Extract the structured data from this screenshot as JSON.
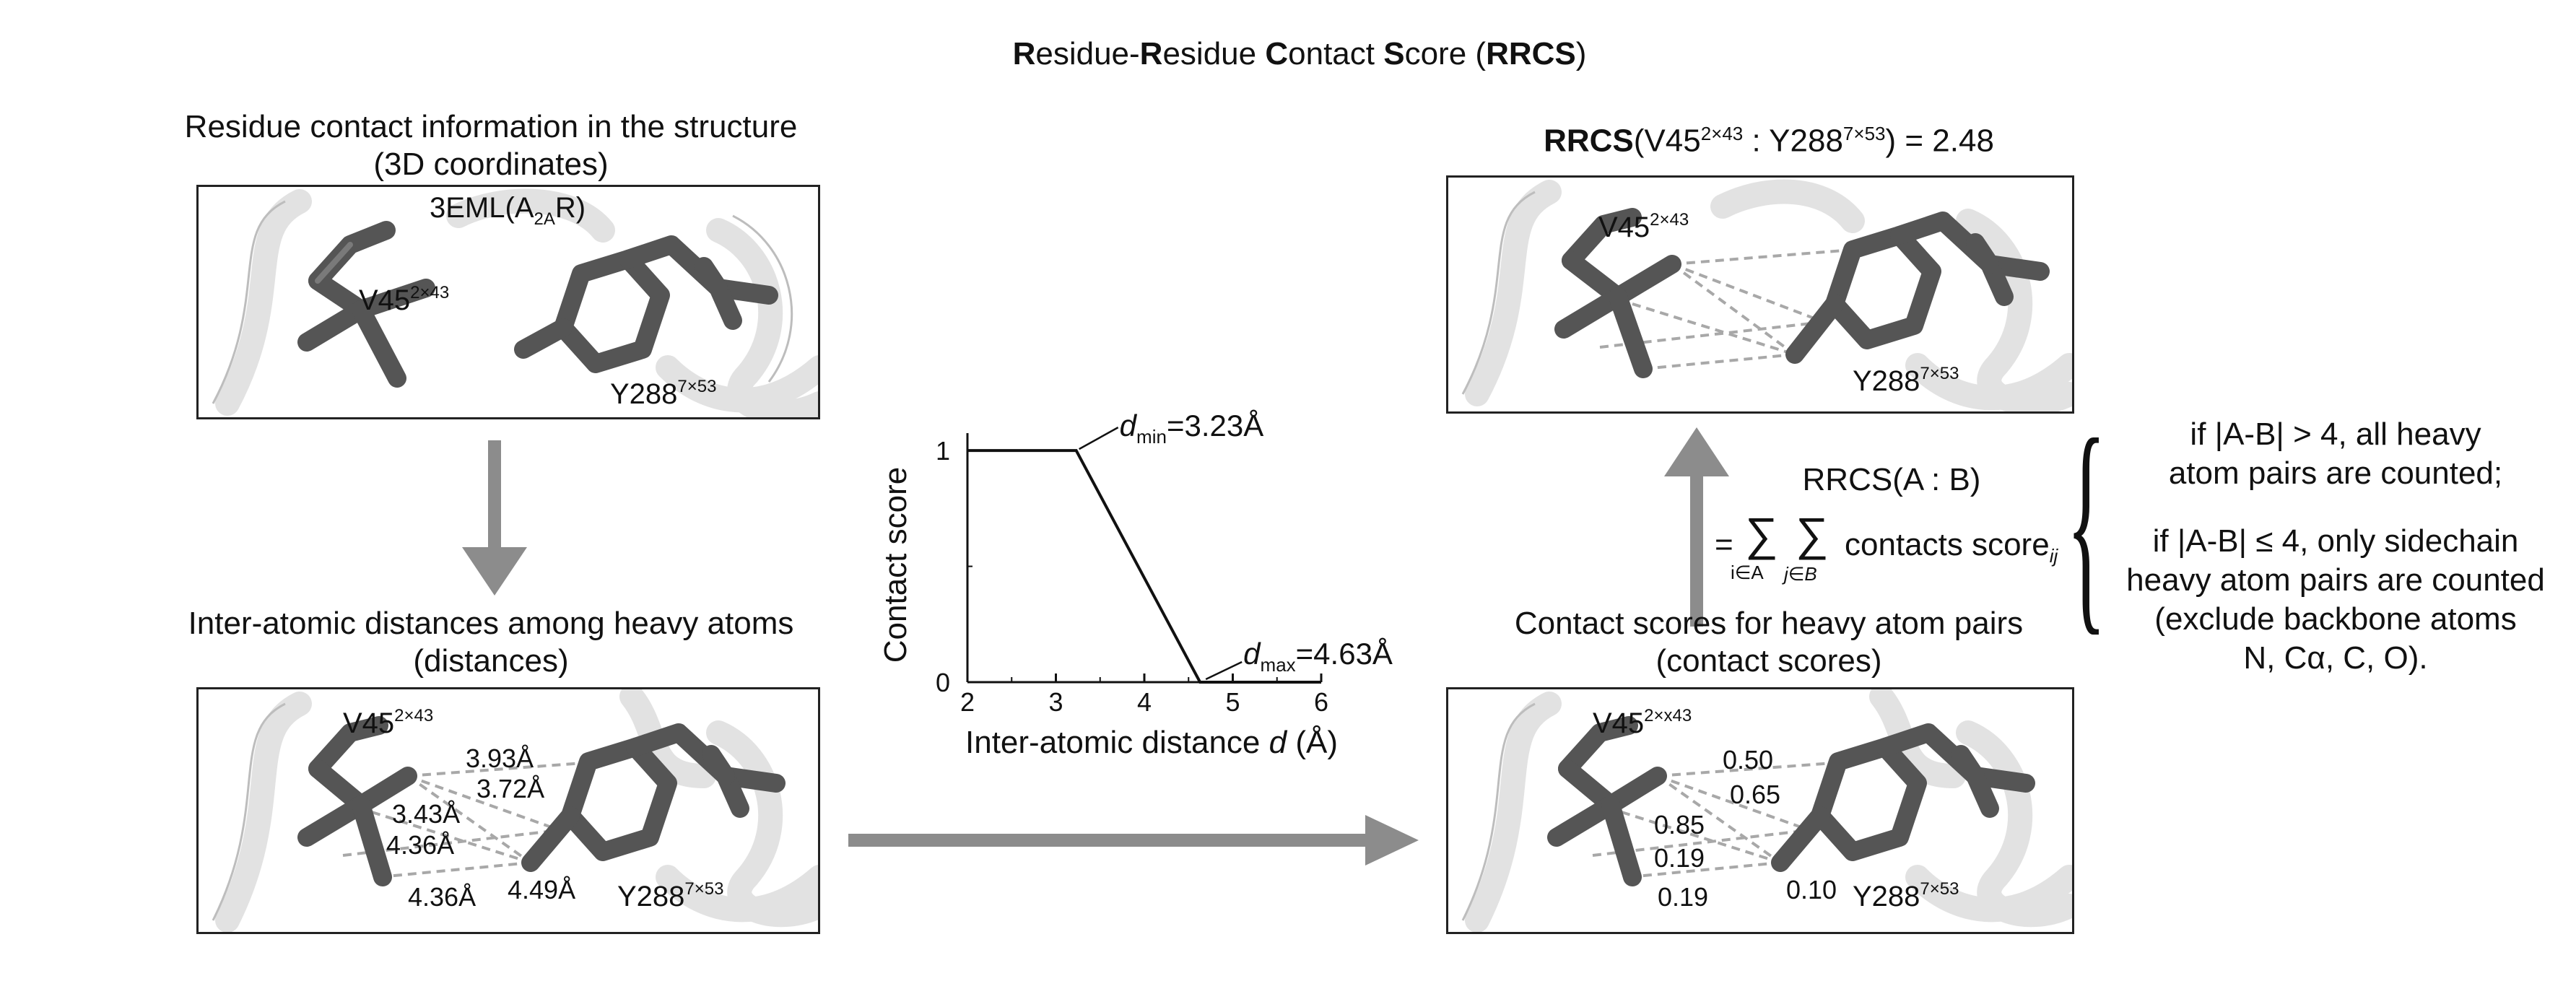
{
  "title": {
    "b1": "R",
    "t1": "esidue-",
    "b2": "R",
    "t2": "esidue ",
    "b3": "C",
    "t3": "ontact ",
    "b4": "S",
    "t4": "core (",
    "b5": "RRCS",
    "t5": ")"
  },
  "panel_tl": {
    "heading_line1": "Residue contact information in the structure",
    "heading_line2": "(3D coordinates)",
    "pdb_prefix": "3EML(A",
    "pdb_sub": "2A",
    "pdb_suffix": "R)",
    "res1": "V45",
    "res1_sup": "2×43",
    "res2": "Y288",
    "res2_sup": "7×53"
  },
  "panel_bl": {
    "heading_line1": "Inter-atomic distances among heavy atoms",
    "heading_line2": "(distances)",
    "res1": "V45",
    "res1_sup": "2×43",
    "res2": "Y288",
    "res2_sup": "7×53",
    "distances": [
      "3.93Å",
      "3.72Å",
      "3.43Å",
      "4.36Å",
      "4.36Å",
      "4.49Å"
    ]
  },
  "chart_data": {
    "type": "line",
    "x": [
      2,
      3.23,
      4.63,
      6
    ],
    "y": [
      1,
      1,
      0,
      0
    ],
    "xlim": [
      2,
      6
    ],
    "ylim": [
      0,
      1
    ],
    "xticks": [
      "2",
      "3",
      "4",
      "5",
      "6"
    ],
    "yticks": [
      "0",
      "1"
    ],
    "xlabel_prefix": "Inter-atomic distance ",
    "xlabel_var": "d",
    "xlabel_suffix": " (Å)",
    "ylabel": "Contact score",
    "annotations": {
      "dmin_var": "d",
      "dmin_sub": "min",
      "dmin_value": "=3.23Å",
      "dmax_var": "d",
      "dmax_sub": "max",
      "dmax_value": "=4.63Å"
    }
  },
  "panel_tr": {
    "heading_bold": "RRCS",
    "heading_open": "(V45",
    "heading_sup1": "2×43",
    "heading_mid": " : Y288",
    "heading_sup2": "7×53",
    "heading_end": ") = 2.48",
    "res1": "V45",
    "res1_sup": "2×43",
    "res2": "Y288",
    "res2_sup": "7×53"
  },
  "panel_br": {
    "heading_line1": "Contact scores for heavy atom pairs",
    "heading_line2": "(contact scores)",
    "res1": "V45",
    "res1_sup": "2×x43",
    "res2": "Y288",
    "res2_sup": "7×53",
    "scores": [
      "0.50",
      "0.65",
      "0.85",
      "0.19",
      "0.19",
      "0.10"
    ]
  },
  "formula": {
    "lhs": "RRCS(A : B)",
    "eq": "=",
    "sum_symbol": "∑",
    "i_in": "i∈A",
    "j_in": "j∈B",
    "term": "contacts score",
    "term_sub": "ij"
  },
  "conditions": {
    "brace": "{",
    "line1": "if |A-B| > 4, all heavy",
    "line2": "atom pairs are counted;",
    "line3": "if |A-B| ≤ 4, only sidechain",
    "line4": "heavy atom pairs are counted",
    "line5": "(exclude backbone atoms",
    "line6": "N, Cα, C, O)."
  },
  "colors": {
    "arrow": "#8c8c8c",
    "stick": "#555555",
    "ribbon": "#e2e2e2",
    "dash": "#a8a8a8"
  }
}
